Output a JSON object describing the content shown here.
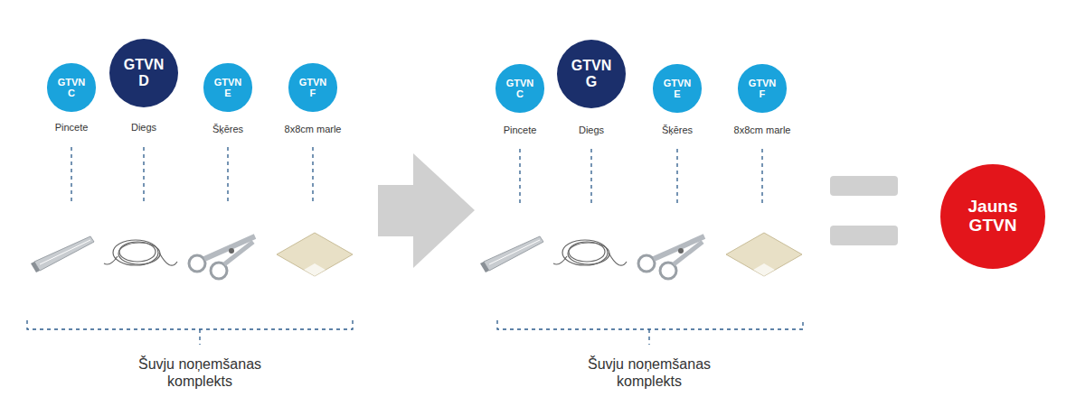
{
  "diagram": {
    "nodes": [
      {
        "text": [
          "GTVN C"
        ]
      },
      {
        "text": [
          "GTVN D"
        ]
      },
      {
        "text": [
          "GTVN E"
        ]
      },
      {
        "text": [
          "GTVN F"
        ]
      },
      {
        "text": [
          "GTVN C"
        ]
      },
      {
        "text": [
          "GTVN G"
        ]
      },
      {
        "text": [
          "GTVN E"
        ]
      },
      {
        "text": [
          "GTVN F"
        ]
      },
      {
        "text": [
          "Jauns GTVN"
        ]
      }
    ],
    "labels": [
      "Pincete",
      "Diegs",
      "Šķēres",
      "8x8cm marle",
      "Šuvju noņemšanas komplekts",
      "Pincete",
      "Diegs",
      "Šķēres",
      "8x8cm marle",
      "Šuvju noņemšanas komplekts"
    ]
  }
}
